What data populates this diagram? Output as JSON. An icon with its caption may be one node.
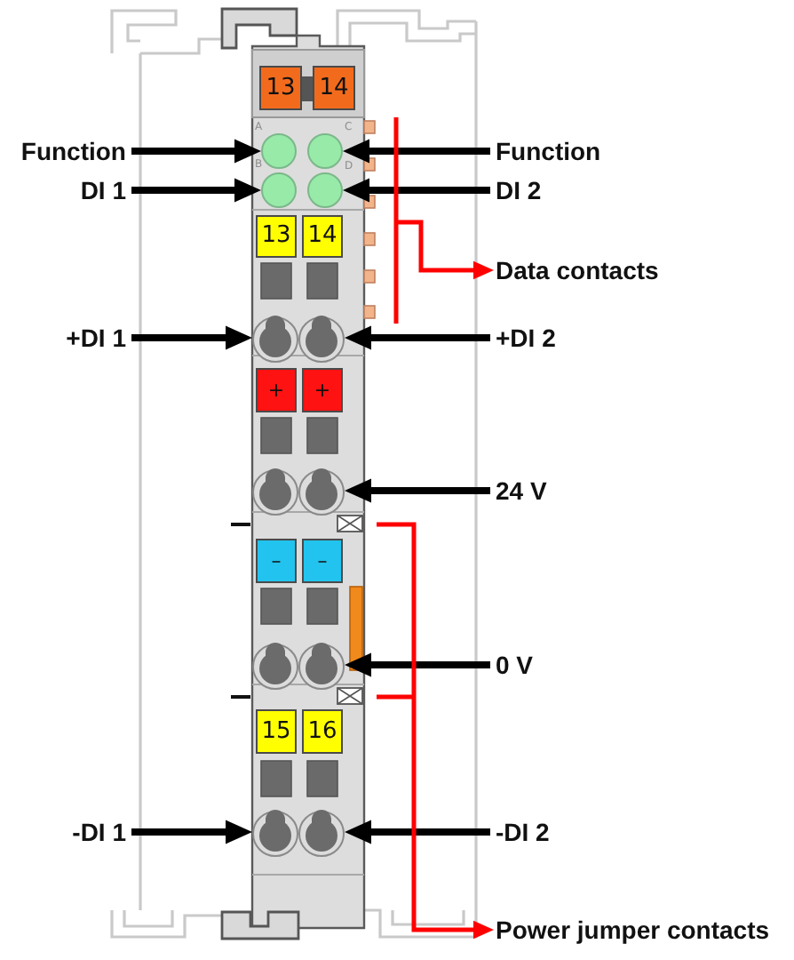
{
  "diagram": {
    "nodes": [
      {
        "text": [
          "13"
        ]
      },
      {
        "text": [
          "14"
        ]
      },
      {
        "text": [
          "Function"
        ]
      },
      {
        "text": [],
        "shape": "circle"
      },
      {
        "text": [],
        "shape": "circle"
      },
      {
        "text": [
          "Function"
        ]
      },
      {
        "text": [
          "DI 1"
        ]
      },
      {
        "text": [],
        "shape": "circle"
      },
      {
        "text": [],
        "shape": "circle"
      },
      {
        "text": [
          "DI 2"
        ]
      },
      {
        "text": [
          "13"
        ]
      },
      {
        "text": [
          "14"
        ]
      },
      {
        "text": [
          "Data contacts"
        ]
      },
      {
        "text": [
          "+DI 1"
        ]
      },
      {
        "text": [],
        "shape": "circle"
      },
      {
        "text": [],
        "shape": "circle"
      },
      {
        "text": [
          "+DI 2"
        ]
      },
      {
        "text": [
          "+"
        ]
      },
      {
        "text": [
          "+"
        ]
      },
      {
        "text": [],
        "shape": "circle"
      },
      {
        "text": [
          "24 V"
        ]
      },
      {
        "text": [
          "–"
        ]
      },
      {
        "text": [
          "–"
        ]
      },
      {
        "text": [],
        "shape": "circle"
      },
      {
        "text": [
          "0 V"
        ]
      },
      {
        "text": [
          "15"
        ]
      },
      {
        "text": [
          "16"
        ]
      },
      {
        "text": [
          "-DI 1"
        ]
      },
      {
        "text": [],
        "shape": "circle"
      },
      {
        "text": [],
        "shape": "circle"
      },
      {
        "text": [
          "-DI 2"
        ]
      },
      {
        "text": [
          "Power jumper contacts"
        ]
      }
    ],
    "edges": [
      {
        "from": 2,
        "to": 3,
        "arrow": "to"
      },
      {
        "from": 5,
        "to": 4,
        "arrow": "to"
      },
      {
        "from": 6,
        "to": 7,
        "arrow": "to"
      },
      {
        "from": 9,
        "to": 8,
        "arrow": "to"
      },
      {
        "from": null,
        "to": 12,
        "arrow": "to",
        "color": "#ff0000"
      },
      {
        "from": 13,
        "to": 14,
        "arrow": "to"
      },
      {
        "from": 16,
        "to": 15,
        "arrow": "to"
      },
      {
        "from": 20,
        "to": 19,
        "arrow": "to"
      },
      {
        "from": 24,
        "to": 23,
        "arrow": "to"
      },
      {
        "from": 27,
        "to": 28,
        "arrow": "to"
      },
      {
        "from": 30,
        "to": 29,
        "arrow": "to"
      },
      {
        "from": null,
        "to": 31,
        "arrow": "to",
        "color": "#ff0000"
      }
    ],
    "labels": [
      "A",
      "C",
      "B",
      "D"
    ]
  }
}
